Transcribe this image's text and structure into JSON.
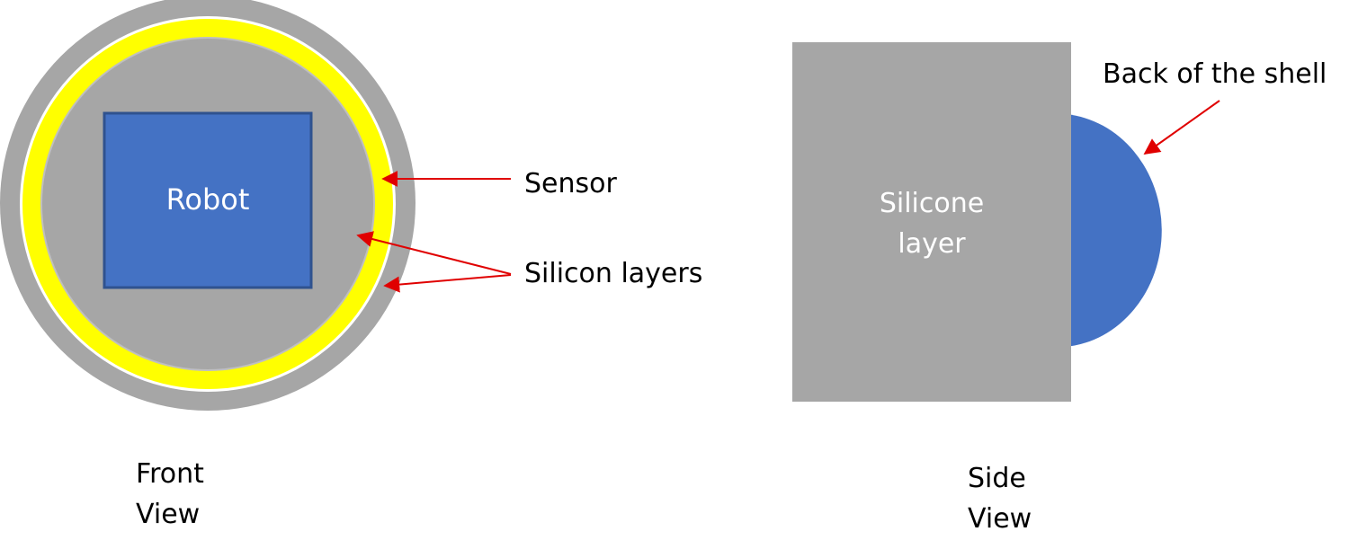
{
  "front_view": {
    "robot_label": "Robot",
    "callouts": {
      "sensor": "Sensor",
      "silicon_layers": "Silicon layers"
    },
    "caption": [
      "Front",
      "View"
    ]
  },
  "side_view": {
    "block_label": [
      "Silicone",
      "layer"
    ],
    "callout_back_shell": "Back of the shell",
    "caption": [
      "Side",
      "View"
    ]
  },
  "colors": {
    "silicon_gray": "#a6a6a6",
    "sensor_yellow": "#ffff00",
    "robot_blue": "#4472c4",
    "robot_border": "#2f528f",
    "arrow_red": "#e00000",
    "text": "#000000",
    "label_on_shape": "#ffffff"
  }
}
